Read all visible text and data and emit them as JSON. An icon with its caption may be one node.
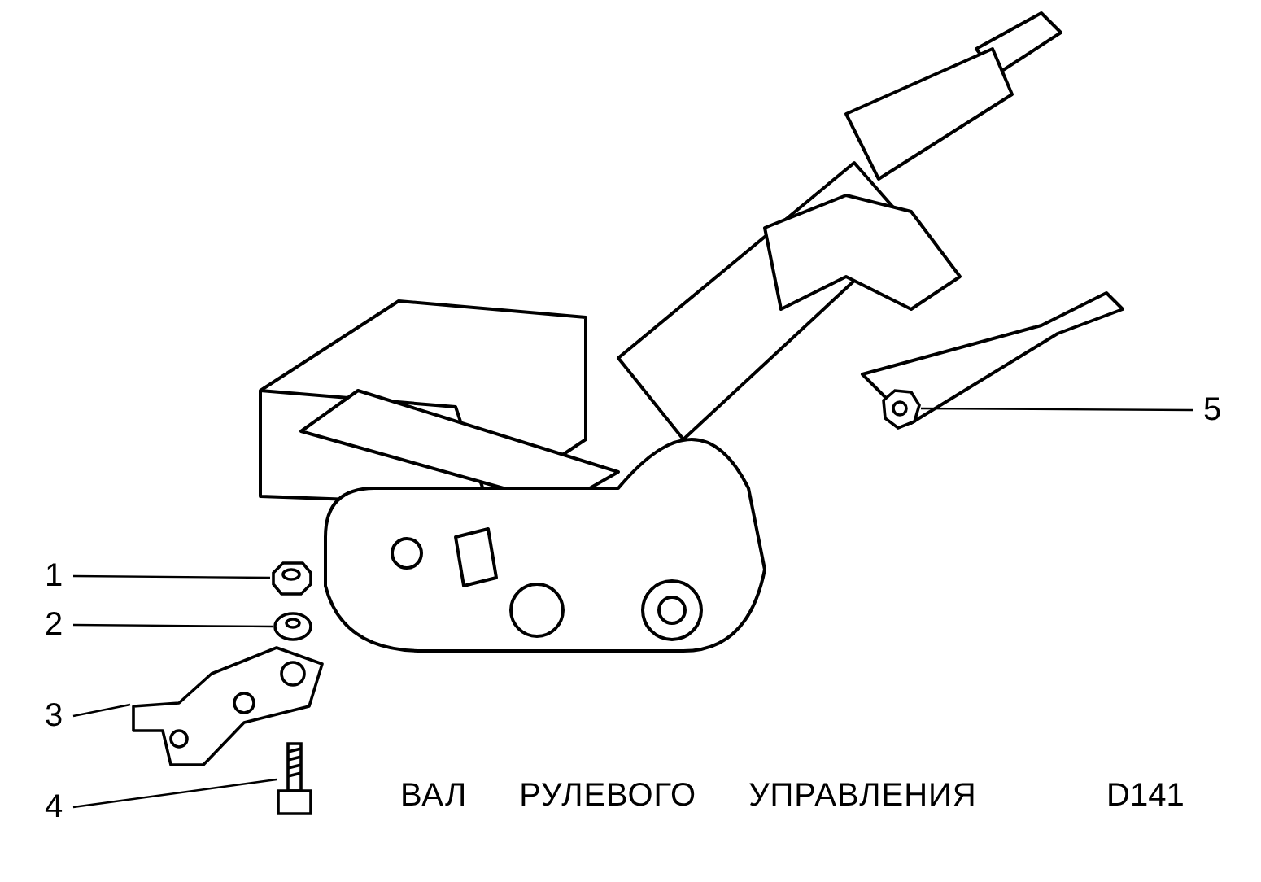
{
  "diagram": {
    "title": "ВАЛ РУЛЕВОГО УПРАВЛЕНИЯ",
    "nodes": [
      {
        "text": [
          "1"
        ]
      },
      {
        "text": [],
        "shape": "picture"
      },
      {
        "text": [
          "2"
        ]
      },
      {
        "text": [],
        "shape": "picture"
      },
      {
        "text": [
          "3"
        ]
      },
      {
        "text": [],
        "shape": "picture"
      },
      {
        "text": [
          "4"
        ]
      },
      {
        "text": [],
        "shape": "picture"
      },
      {
        "text": [
          "5"
        ]
      },
      {
        "text": [],
        "shape": "picture"
      }
    ],
    "edges": [
      {
        "from": 0,
        "to": 1,
        "arrow": "none"
      },
      {
        "from": 2,
        "to": 3,
        "arrow": "none"
      },
      {
        "from": 4,
        "to": 5,
        "arrow": "none"
      },
      {
        "from": 6,
        "to": 7,
        "arrow": "none"
      },
      {
        "from": 8,
        "to": 9,
        "arrow": "none"
      }
    ],
    "labels": [
      "D141"
    ]
  }
}
